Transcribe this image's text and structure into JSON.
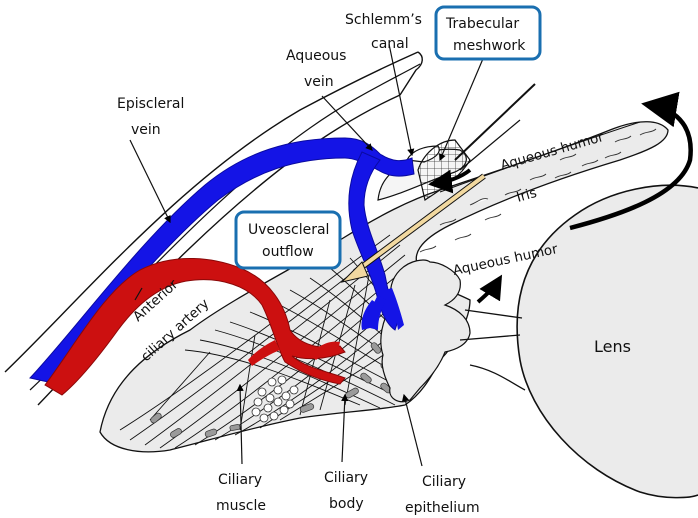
{
  "labels": {
    "schlemms_canal_line1": "Schlemm’s",
    "schlemms_canal_line2": "canal",
    "trabecular_line1": "Trabecular",
    "trabecular_line2": "meshwork",
    "aqueous_vein_line1": "Aqueous",
    "aqueous_vein_line2": "vein",
    "episcleral_line1": "Episcleral",
    "episcleral_line2": "vein",
    "uveoscleral_line1": "Uveoscleral",
    "uveoscleral_line2": "outflow",
    "aqueous_humor_top": "Aqueous humor",
    "aqueous_humor_bottom": "Aqueous humor",
    "iris": "Iris",
    "anterior_line1": "Anterior",
    "anterior_line2": "ciliary artery",
    "lens": "Lens",
    "ciliary_muscle_line1": "Ciliary",
    "ciliary_muscle_line2": "muscle",
    "ciliary_body_line1": "Ciliary",
    "ciliary_body_line2": "body",
    "ciliary_epithelium_line1": "Ciliary",
    "ciliary_epithelium_line2": "epithelium"
  },
  "colors": {
    "vein": "#1414e6",
    "artery": "#cc1010",
    "box_border": "#1a6fb0",
    "tissue_fill": "#ebebeb",
    "tissue_spot": "#9a9a9a",
    "outflow_arrow": "#f2d9a0"
  }
}
